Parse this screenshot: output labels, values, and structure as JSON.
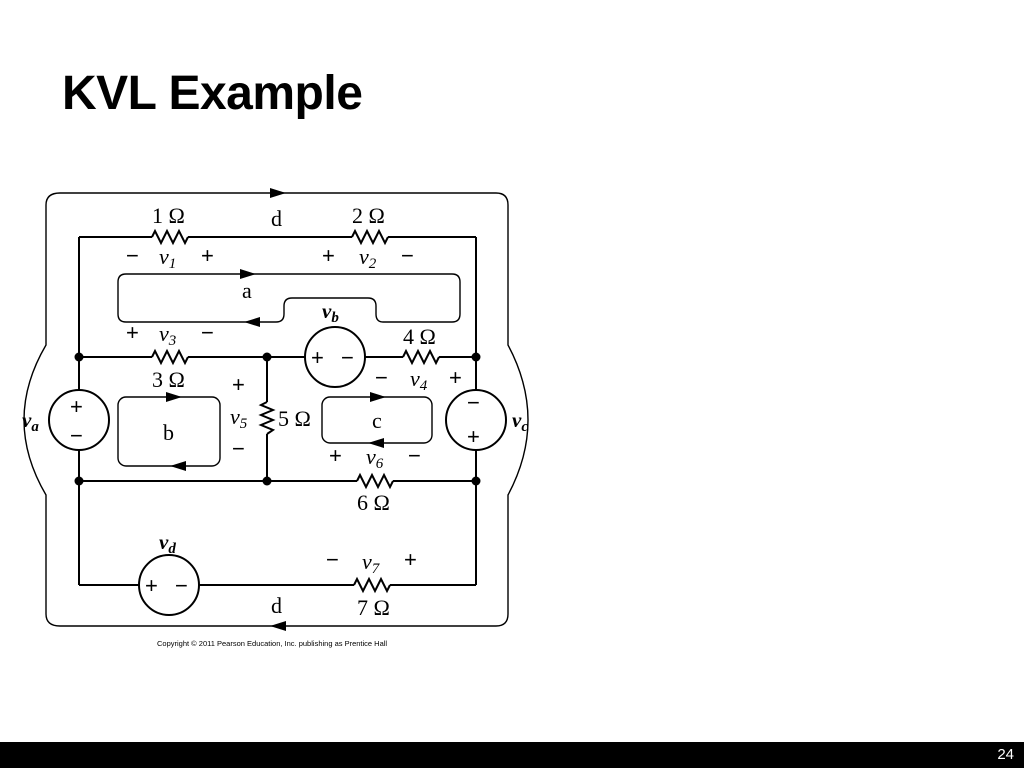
{
  "slide": {
    "title": "KVL Example",
    "page_number": "24"
  },
  "circuit": {
    "resistors": {
      "r1": "1 Ω",
      "r2": "2 Ω",
      "r3": "3 Ω",
      "r4": "4 Ω",
      "r5": "5 Ω",
      "r6": "6 Ω",
      "r7": "7 Ω"
    },
    "voltages": {
      "v1": {
        "main": "v",
        "sub": "1"
      },
      "v2": {
        "main": "v",
        "sub": "2"
      },
      "v3": {
        "main": "v",
        "sub": "3"
      },
      "v4": {
        "main": "v",
        "sub": "4"
      },
      "v5": {
        "main": "v",
        "sub": "5"
      },
      "v6": {
        "main": "v",
        "sub": "6"
      },
      "v7": {
        "main": "v",
        "sub": "7"
      }
    },
    "sources": {
      "va": {
        "main": "v",
        "sub": "a"
      },
      "vb": {
        "main": "v",
        "sub": "b"
      },
      "vc": {
        "main": "v",
        "sub": "c"
      },
      "vd": {
        "main": "v",
        "sub": "d"
      }
    },
    "loops": {
      "a": "a",
      "b": "b",
      "c": "c",
      "d_top": "d",
      "d_bottom": "d"
    },
    "signs": {
      "plus": "+",
      "minus": "−"
    },
    "copyright": "Copyright © 2011 Pearson Education, Inc. publishing as Prentice Hall"
  }
}
